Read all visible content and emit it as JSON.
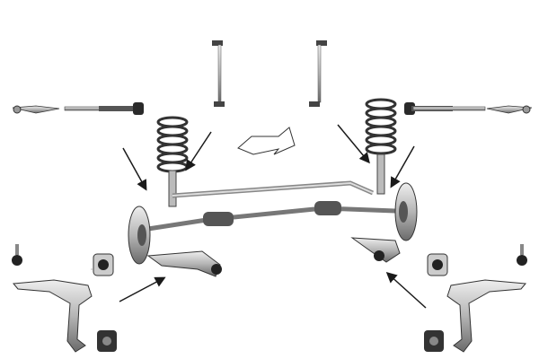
{
  "colors": {
    "background": "#ffffff",
    "metal_light": "#d9d9d9",
    "metal_mid": "#9a9a9a",
    "metal_dark": "#3a3a3a",
    "arrow": "#1a1a1a",
    "rubber": "#2a2a2a"
  },
  "parts": [
    {
      "icon": "tie-rod-end-icon",
      "side": "left"
    },
    {
      "icon": "tie-rod-icon",
      "side": "left"
    },
    {
      "icon": "stabilizer-link-icon",
      "side": "left"
    },
    {
      "icon": "stabilizer-link-icon",
      "side": "right"
    },
    {
      "icon": "tie-rod-icon",
      "side": "right"
    },
    {
      "icon": "tie-rod-end-icon",
      "side": "right"
    },
    {
      "icon": "coil-spring-icon",
      "side": "left"
    },
    {
      "icon": "coil-spring-icon",
      "side": "right"
    },
    {
      "icon": "control-arm-icon",
      "side": "left"
    },
    {
      "icon": "control-arm-icon",
      "side": "right"
    },
    {
      "icon": "ball-joint-icon",
      "side": "left"
    },
    {
      "icon": "ball-joint-icon",
      "side": "right"
    },
    {
      "icon": "bushing-icon",
      "side": "left"
    },
    {
      "icon": "bushing-icon",
      "side": "right"
    },
    {
      "icon": "front-direction-arrow-icon",
      "side": "center"
    }
  ]
}
